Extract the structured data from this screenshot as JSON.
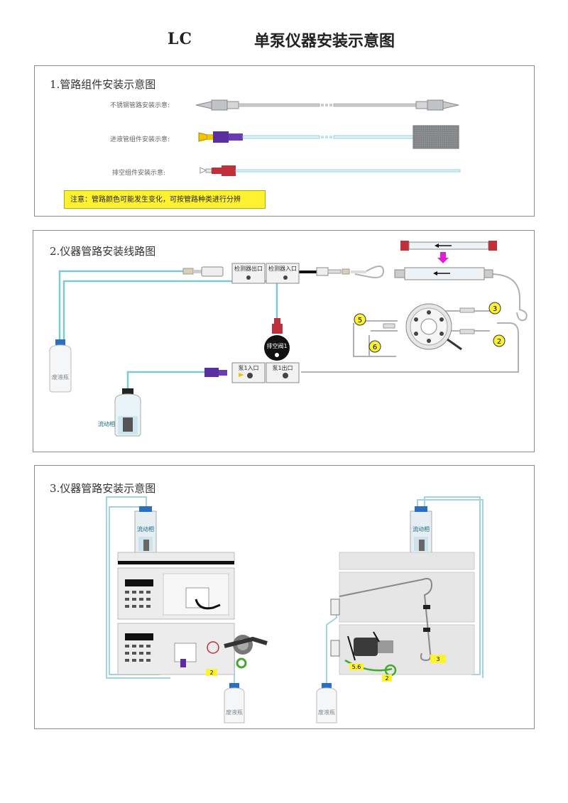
{
  "page": {
    "title_prefix": "LC",
    "title": "单泵仪器安装示意图"
  },
  "section1": {
    "title": "1.管路组件安装示意图",
    "steel_label": "不锈钢管路安装示意:",
    "inlet_label": "进液管组件安装示意:",
    "drain_label": "排空组件安装示意:",
    "note": "注意：管路颜色可能发生变化，可按管路种类进行分辨"
  },
  "section2": {
    "title": "2.仪器管路安装线路图",
    "detector_out": "检测器出口",
    "detector_in": "检测器入口",
    "purge_valve": "排空阀1",
    "pump_in": "泵1入口",
    "pump_out": "泵1出口",
    "waste_bottle": "废液瓶",
    "mobile_phase": "流动相",
    "port_labels": [
      "3",
      "2",
      "5",
      "6"
    ]
  },
  "section3": {
    "title": "3.仪器管路安装示意图",
    "mobile_phase_left": "流动相",
    "mobile_phase_right": "流动相",
    "waste_left": "废液瓶",
    "waste_right": "废液瓶",
    "tag_left_2": "2",
    "tag_right_3": "3",
    "tag_right_56": "5.6",
    "tag_right_2": "2"
  },
  "colors": {
    "tube_blue": "#7ec8d6",
    "steel": "#b9bcc0",
    "fitting_red": "#c0303a",
    "fitting_purple": "#5a2ea0",
    "fitting_yellow": "#f2c400",
    "arrow_magenta": "#e020d0",
    "tag_yellow": "#fff230",
    "tag_green": "#44a830"
  }
}
